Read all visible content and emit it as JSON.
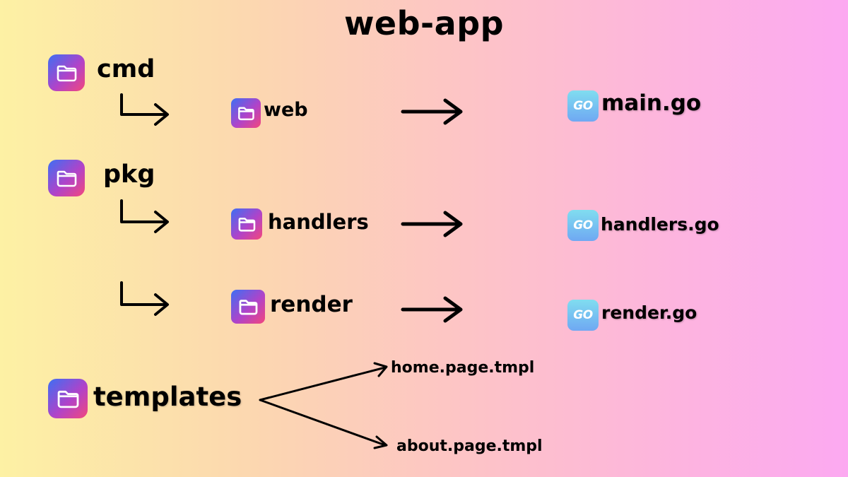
{
  "title": "web-app",
  "icons": {
    "folder": "folder-icon",
    "go_file": "go-gopher-icon",
    "go_text": "GO"
  },
  "colors": {
    "folder_gradient": [
      "#3d6ff3",
      "#b043c9",
      "#f2477d"
    ],
    "go_gradient": [
      "#80ddf0",
      "#6fa8f2"
    ]
  },
  "tree": {
    "cmd": {
      "label": "cmd",
      "child": {
        "label": "web",
        "file": "main.go"
      }
    },
    "pkg": {
      "label": "pkg",
      "children": [
        {
          "label": "handlers",
          "file": "handlers.go"
        },
        {
          "label": "render",
          "file": "render.go"
        }
      ]
    },
    "templates": {
      "label": "templates",
      "files": [
        "home.page.tmpl",
        "about.page.tmpl"
      ]
    }
  }
}
